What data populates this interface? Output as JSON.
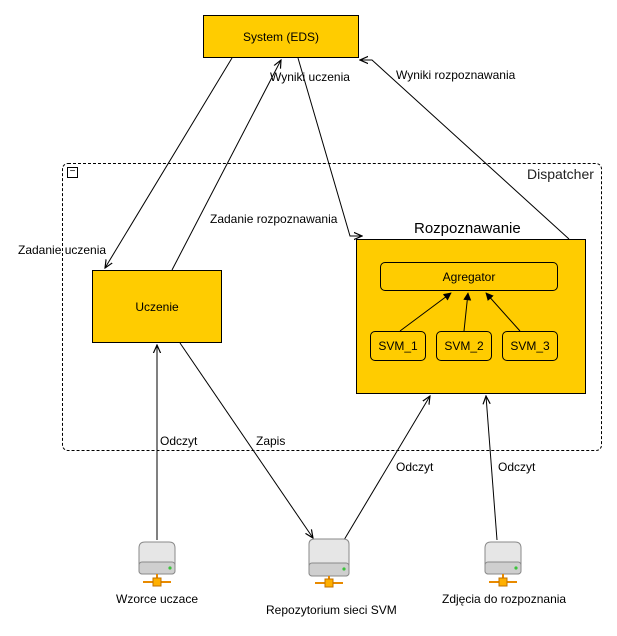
{
  "nodes": {
    "system": "System (EDS)",
    "dispatcher": "Dispatcher",
    "uczenie": "Uczenie",
    "rozpoznawanie": "Rozpoznawanie",
    "agregator": "Agregator",
    "svm1": "SVM_1",
    "svm2": "SVM_2",
    "svm3": "SVM_3"
  },
  "servers": {
    "wzorce": "Wzorce uczace",
    "repozytorium": "Repozytorium sieci SVM",
    "zdjecia": "Zdjęcia do rozpoznania"
  },
  "edge_labels": {
    "wyniki_uczenia": "Wyniki uczenia",
    "wyniki_rozpoznawania": "Wyniki rozpoznawania",
    "zadanie_uczenia": "Zadanie uczenia",
    "zadanie_rozpoznawania": "Zadanie rozpoznawania",
    "odczyt_left": "Odczyt",
    "zapis": "Zapis",
    "odczyt_mid": "Odczyt",
    "odczyt_right": "Odczyt"
  },
  "colors": {
    "node_fill": "#ffcc00",
    "line": "#000000"
  },
  "icons": {
    "collapse": "minus-icon",
    "server": "server-icon"
  }
}
